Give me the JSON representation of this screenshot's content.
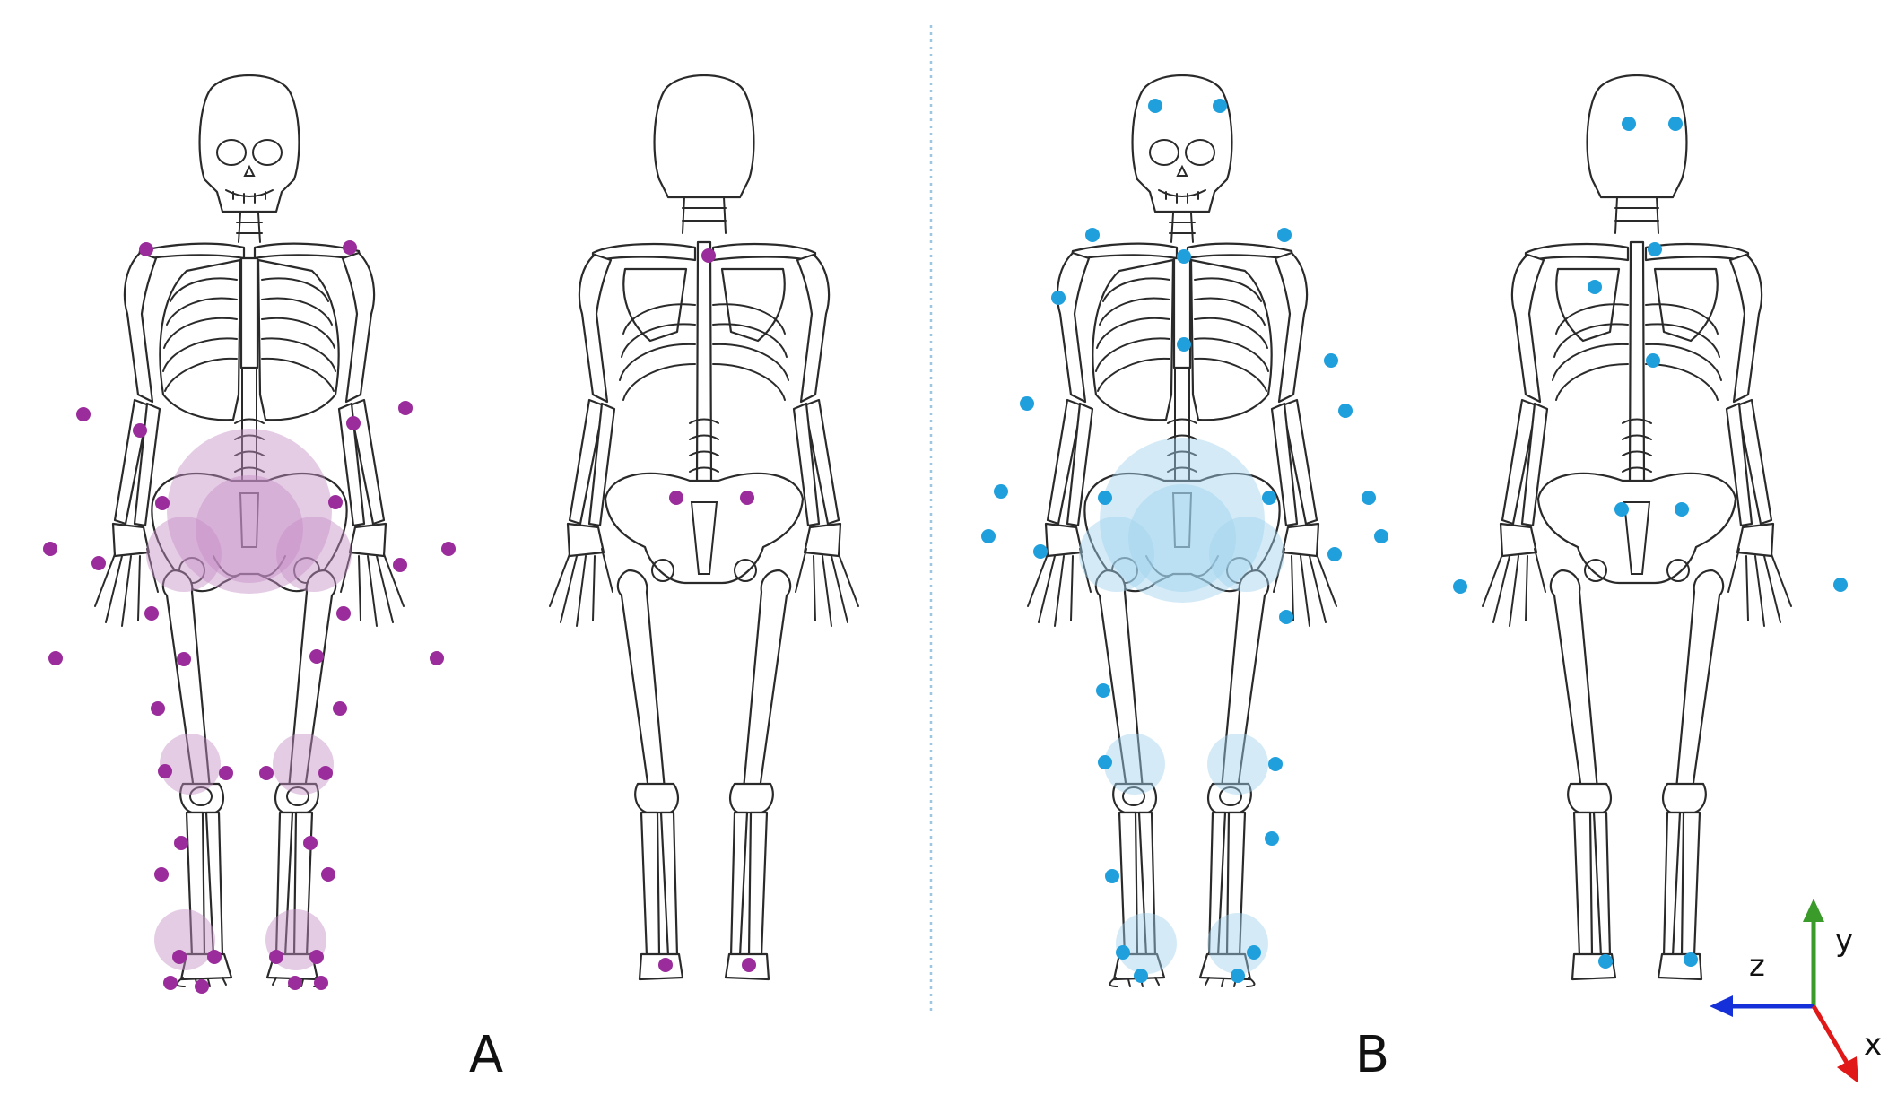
{
  "panels": [
    {
      "label": "A",
      "marker_color": "#9b2c9b",
      "halo_color": "#c58fc5"
    },
    {
      "label": "B",
      "marker_color": "#1fa0dd",
      "halo_color": "#9fd3ee"
    }
  ],
  "axes": {
    "y_label": "y",
    "z_label": "z",
    "x_label": "x",
    "y_color": "#3a9a2a",
    "z_color": "#1530d8",
    "x_color": "#e01818"
  },
  "divider_color": "#9cc7df",
  "icons": {
    "axis_triad": "xyz-axes-icon"
  }
}
